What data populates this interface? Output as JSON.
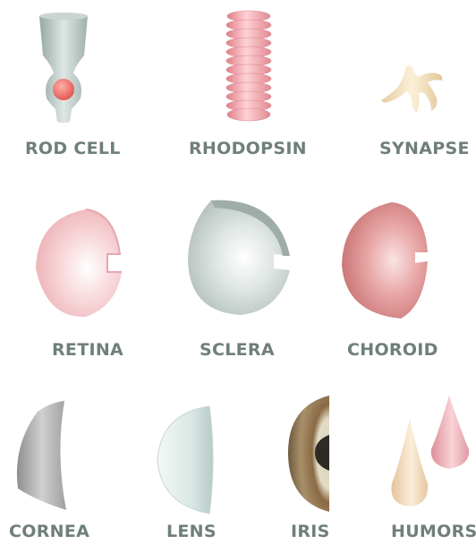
{
  "items": [
    {
      "id": "rod-cell",
      "label": "ROD CELL"
    },
    {
      "id": "rhodopsin",
      "label": "RHODOPSIN"
    },
    {
      "id": "synapse",
      "label": "SYNAPSE"
    },
    {
      "id": "retina",
      "label": "RETINA"
    },
    {
      "id": "sclera",
      "label": "SCLERA"
    },
    {
      "id": "choroid",
      "label": "CHOROID"
    },
    {
      "id": "cornea",
      "label": "CORNEA"
    },
    {
      "id": "lens",
      "label": "LENS"
    },
    {
      "id": "iris",
      "label": "IRIS"
    },
    {
      "id": "humors",
      "label": "HUMORS"
    }
  ],
  "colors": {
    "label": "#6f7f7b",
    "rod": "#b9c7c2",
    "rod_nucleus": "#e8736f",
    "rhodopsin": "#f2a0a6",
    "synapse": "#f3e0bb",
    "retina": "#f3c2c6",
    "sclera": "#c7d0cc",
    "choroid": "#d98585",
    "cornea": "#a8a8a8",
    "lens": "#d8e6e3",
    "iris": "#a8906a",
    "humor_left": "#f2dcc0",
    "humor_right": "#efb7bd"
  }
}
